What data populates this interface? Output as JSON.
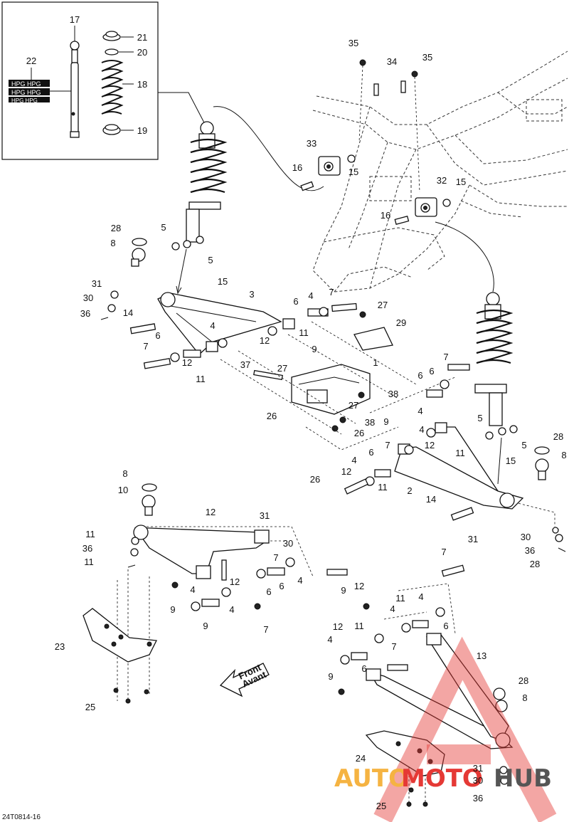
{
  "diagram": {
    "document_id": "24T0814-16",
    "front_arrow_text": [
      "Front",
      "Avant"
    ],
    "watermark": {
      "auto": "AUTO",
      "moto": "MOTO",
      "hub": "HUB",
      "colors": {
        "auto": "#f5b342",
        "moto": "#e53935",
        "hub": "#555555"
      }
    },
    "inset_labels": [
      "17",
      "21",
      "20",
      "22",
      "18",
      "19"
    ],
    "decal_text": [
      "HPG HPG",
      "HPG HPG",
      "HPG HPG"
    ],
    "callouts": [
      "35",
      "34",
      "35",
      "33",
      "15",
      "16",
      "32",
      "15",
      "16",
      "28",
      "5",
      "8",
      "5",
      "31",
      "15",
      "30",
      "3",
      "36",
      "14",
      "7",
      "6",
      "4",
      "27",
      "4",
      "11",
      "6",
      "29",
      "12",
      "7",
      "12",
      "11",
      "9",
      "37",
      "27",
      "1",
      "38",
      "26",
      "38",
      "27",
      "9",
      "26",
      "6",
      "7",
      "6",
      "5",
      "28",
      "4",
      "5",
      "8",
      "4",
      "26",
      "12",
      "11",
      "6",
      "15",
      "4",
      "7",
      "12",
      "11",
      "2",
      "14",
      "31",
      "30",
      "36",
      "28",
      "8",
      "10",
      "12",
      "31",
      "11",
      "30",
      "36",
      "11",
      "7",
      "12",
      "4",
      "6",
      "9",
      "6",
      "4",
      "4",
      "9",
      "7",
      "7",
      "9",
      "12",
      "11",
      "4",
      "4",
      "6",
      "12",
      "11",
      "7",
      "4",
      "6",
      "23",
      "13",
      "9",
      "28",
      "8",
      "25",
      "24",
      "31",
      "30",
      "25",
      "36"
    ]
  }
}
